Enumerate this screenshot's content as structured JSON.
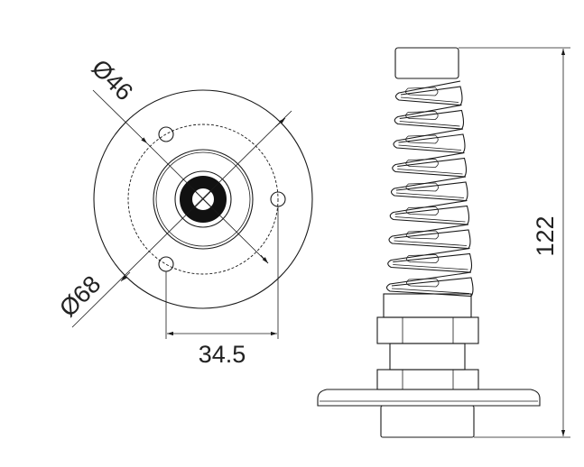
{
  "drawing": {
    "top_view": {
      "inner_diameter_label": "Ø46",
      "outer_diameter_label": "Ø68",
      "hole_spacing_label": "34.5"
    },
    "side_view": {
      "height_label": "122",
      "spring_coils": 9
    },
    "line_color": "#1a1a1a"
  }
}
